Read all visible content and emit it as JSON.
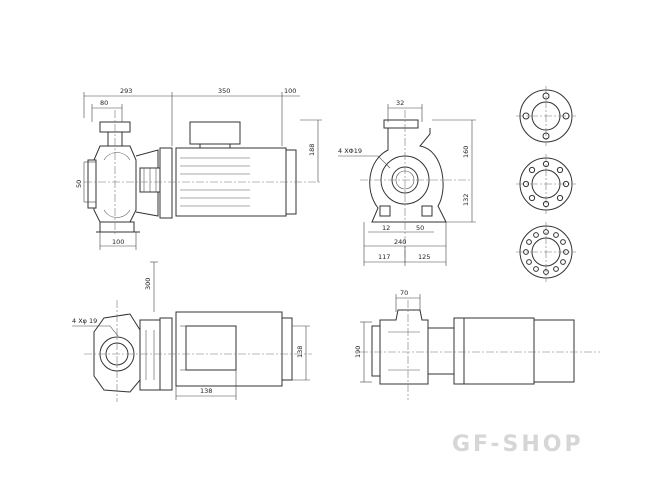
{
  "watermark": "GF-SHOP",
  "dimensions": {
    "side_total": "293",
    "side_flange": "80",
    "motor_len": "350",
    "motor_end": "100",
    "side_height": "188",
    "side_outlet": "50",
    "side_base": "100",
    "front_outlet": "32",
    "front_height": "160",
    "front_shaft": "132",
    "front_bolt": "4    XΦ19",
    "front_12": "12",
    "front_50": "50",
    "front_240": "240",
    "front_117": "117",
    "front_125": "125",
    "top_bolt": "4    Xφ 19",
    "top_300": "300",
    "top_138a": "138",
    "top_138b": "138",
    "rear_70": "70",
    "rear_190": "190"
  },
  "colors": {
    "line": "#333333",
    "watermark": "#d6d6d6"
  }
}
